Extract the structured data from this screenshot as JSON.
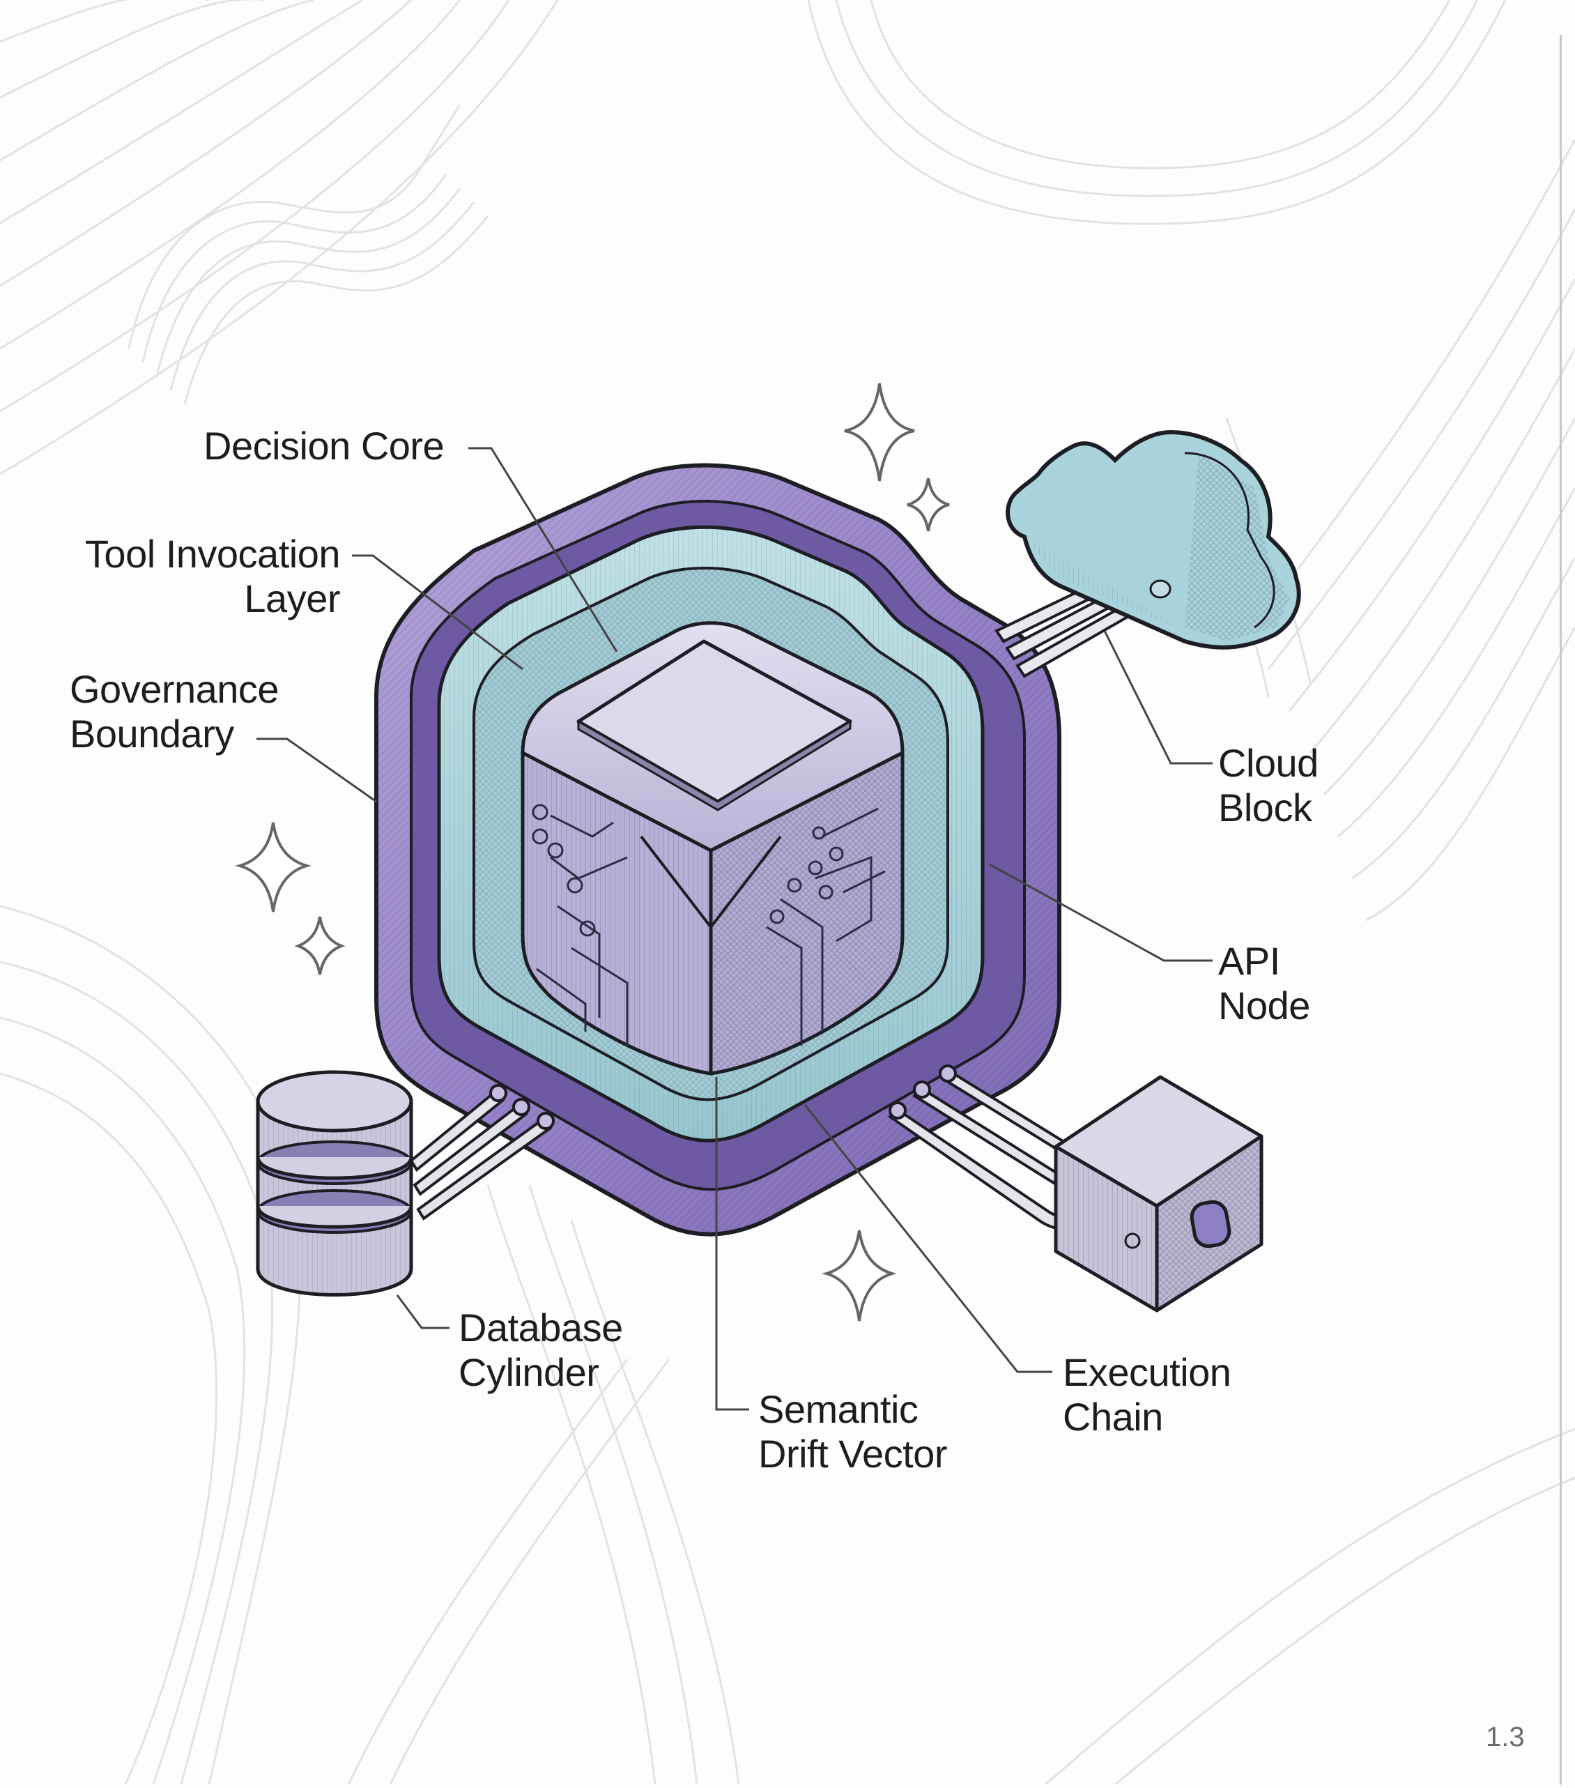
{
  "figure": {
    "page_number": "1.3",
    "colors": {
      "governance_purple": "#9a86c8",
      "governance_purple_dark": "#6e5aa6",
      "tool_layer_teal": "#a9d3da",
      "core_lavender": "#d9d6e8",
      "cloud_teal": "#a8d2da",
      "outline": "#1d1d24",
      "leader_line": "#444444",
      "background_lines": "#e4e4e4"
    },
    "labels": {
      "decision_core": [
        "Decision Core"
      ],
      "tool_invocation_layer": [
        "Tool Invocation",
        "Layer"
      ],
      "governance_boundary": [
        "Governance",
        "Boundary"
      ],
      "cloud_block": [
        "Cloud",
        "Block"
      ],
      "api_node": [
        "API",
        "Node"
      ],
      "database_cylinder": [
        "Database",
        "Cylinder"
      ],
      "semantic_drift_vector": [
        "Semantic",
        "Drift Vector"
      ],
      "execution_chain": [
        "Execution",
        "Chain"
      ]
    },
    "components": [
      {
        "id": "decision-core",
        "icon": "cube-chip-icon"
      },
      {
        "id": "tool-invocation-layer",
        "icon": "rounded-ring-icon"
      },
      {
        "id": "governance-boundary",
        "icon": "rounded-ring-icon"
      },
      {
        "id": "cloud-block",
        "icon": "cloud-icon"
      },
      {
        "id": "api-node",
        "icon": "port-icon"
      },
      {
        "id": "database-cylinder",
        "icon": "database-icon"
      },
      {
        "id": "execution-chain",
        "icon": "box-icon"
      },
      {
        "id": "semantic-drift-vector",
        "icon": "vector-line-icon"
      }
    ],
    "decorations": [
      "sparkle-icon",
      "sparkle-icon",
      "sparkle-icon",
      "sparkle-icon",
      "sparkle-icon"
    ]
  }
}
